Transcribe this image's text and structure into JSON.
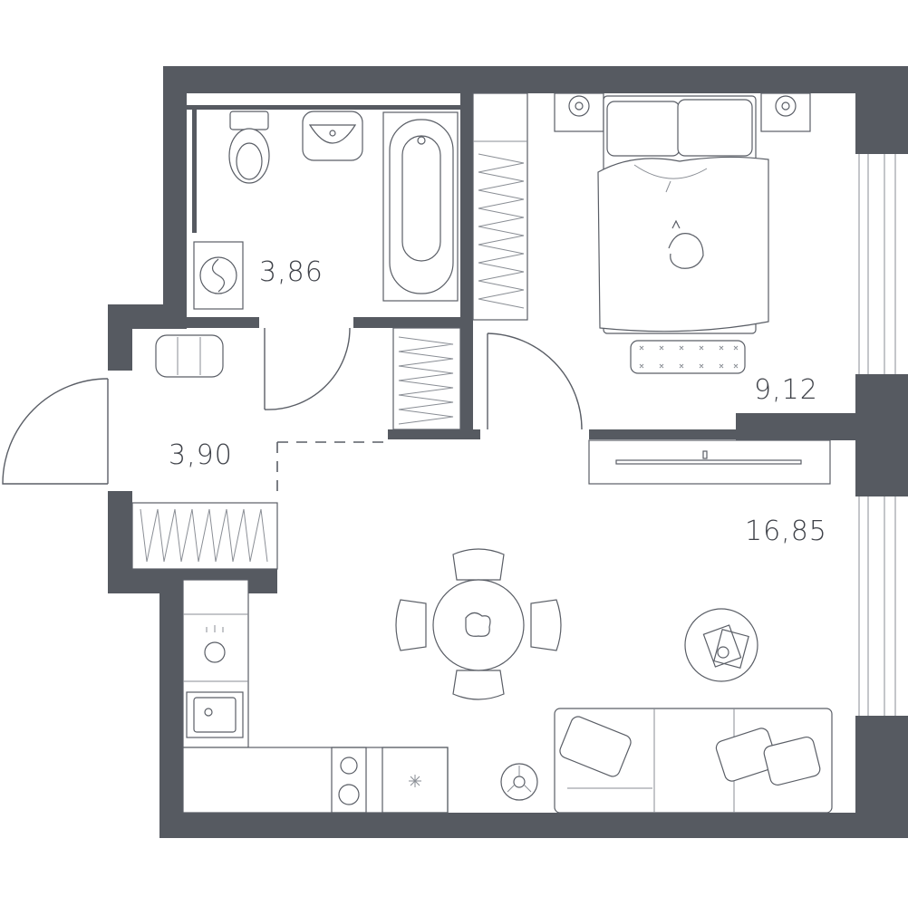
{
  "rooms": {
    "bathroom": {
      "area": "3,86"
    },
    "hallway": {
      "area": "3,90"
    },
    "bedroom": {
      "area": "9,12"
    },
    "living_kitchen": {
      "area": "16,85"
    }
  },
  "colors": {
    "wall": "#565a61",
    "line": "#5a5e66",
    "background": "#ffffff"
  }
}
